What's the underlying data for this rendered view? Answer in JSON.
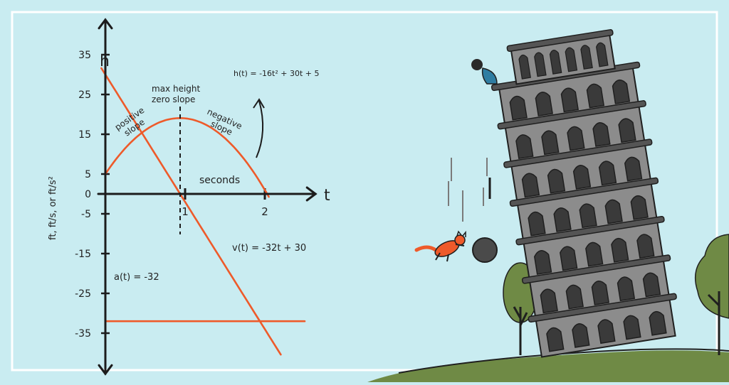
{
  "colors": {
    "background": "#c9ecf1",
    "frame": "#ffffff",
    "curve": "#ee5a2a",
    "axis": "#1c1c1c",
    "tower": "#8c8c8c",
    "tower_dark": "#3a3a3a",
    "grass": "#6f8a45",
    "tree": "#6f8a45",
    "cat": "#ee5a2a",
    "ball": "#4a4a4a",
    "person": "#2f7da2"
  },
  "icons": {
    "figure": "falling-ball-icon",
    "cat": "cat-icon",
    "tower": "leaning-tower-icon",
    "tree": "tree-icon",
    "person": "person-icon"
  },
  "chart_data": {
    "type": "line",
    "xlabel": "t",
    "ylabel": "h",
    "yaxis_label": "ft, ft/s, or ft/s²",
    "xunit_label": "seconds",
    "xlim": [
      0,
      2.6
    ],
    "ylim": [
      -42,
      42
    ],
    "x_ticks": [
      {
        "value": 1,
        "label": "1"
      },
      {
        "value": 2,
        "label": "2"
      }
    ],
    "y_ticks": [
      {
        "value": 35,
        "label": "35"
      },
      {
        "value": 25,
        "label": "25"
      },
      {
        "value": 15,
        "label": "15"
      },
      {
        "value": 5,
        "label": "5"
      },
      {
        "value": 0,
        "label": "0"
      },
      {
        "value": -5,
        "label": "-5"
      },
      {
        "value": -15,
        "label": "-15"
      },
      {
        "value": -25,
        "label": "-25"
      },
      {
        "value": -35,
        "label": "-35"
      }
    ],
    "series": [
      {
        "name": "h(t) = -16t² + 30t + 5",
        "formula": [
          -16,
          30,
          5
        ],
        "t_range": [
          0,
          2.05
        ]
      },
      {
        "name": "v(t) = -32t + 30",
        "formula": [
          0,
          -32,
          30
        ],
        "t_range": [
          -0.05,
          2.2
        ]
      },
      {
        "name": "a(t) = -32",
        "formula": [
          0,
          0,
          -32
        ],
        "t_range": [
          0,
          2.5
        ]
      }
    ],
    "annotations": {
      "max_height": "max height",
      "zero_slope": "zero slope",
      "positive_slope_1": "positive",
      "positive_slope_2": "slope",
      "negative_slope_1": "negative",
      "negative_slope_2": "slope",
      "h_label": "h(t) = -16t² + 30t + 5",
      "v_label": "v(t) = -32t + 30",
      "a_label": "a(t) = -32"
    }
  }
}
